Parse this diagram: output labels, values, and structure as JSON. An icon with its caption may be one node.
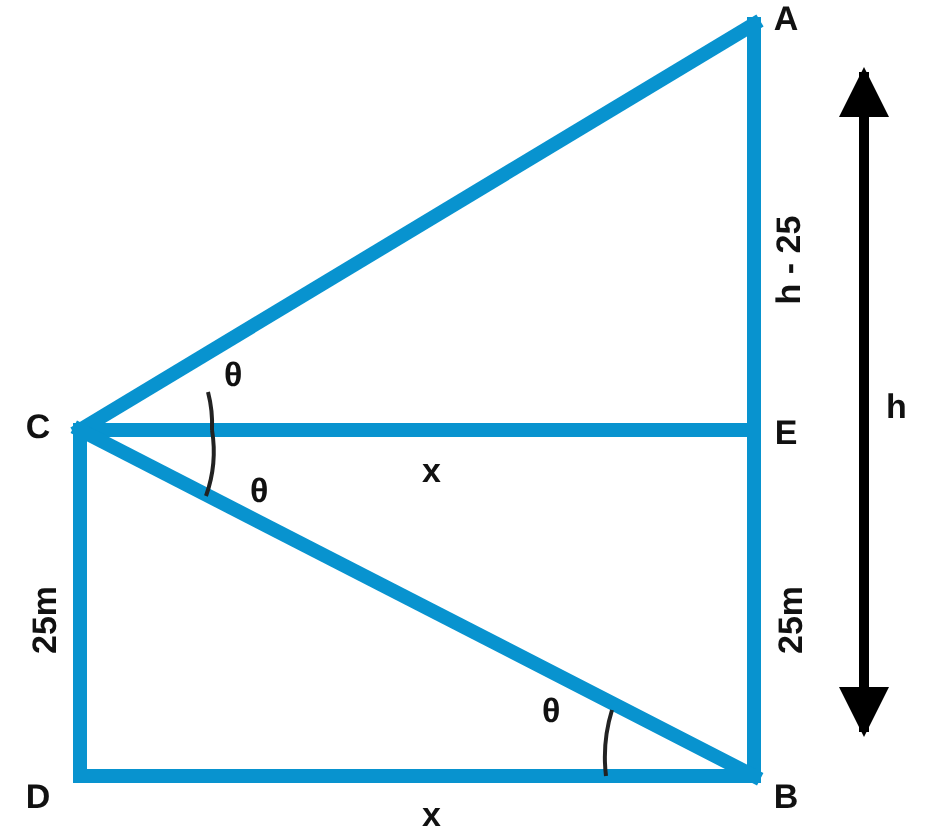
{
  "diagram": {
    "nodes": [
      {
        "text": [
          "A"
        ]
      },
      {
        "text": [
          "C"
        ]
      },
      {
        "text": [
          "E"
        ]
      },
      {
        "text": [
          "D"
        ]
      },
      {
        "text": [
          "B"
        ]
      }
    ],
    "edges": [
      {
        "from": 1,
        "to": 0,
        "arrow": "none"
      },
      {
        "from": 0,
        "to": 2,
        "arrow": "none"
      },
      {
        "from": 2,
        "to": 4,
        "arrow": "none"
      },
      {
        "from": 1,
        "to": 2,
        "arrow": "none"
      },
      {
        "from": 1,
        "to": 4,
        "arrow": "none"
      },
      {
        "from": 1,
        "to": 3,
        "arrow": "none"
      },
      {
        "from": 3,
        "to": 4,
        "arrow": "none"
      }
    ],
    "labels": [
      "h - 25",
      "h",
      "θ",
      "θ",
      "x",
      "25m",
      "25m",
      "θ",
      "x"
    ]
  }
}
